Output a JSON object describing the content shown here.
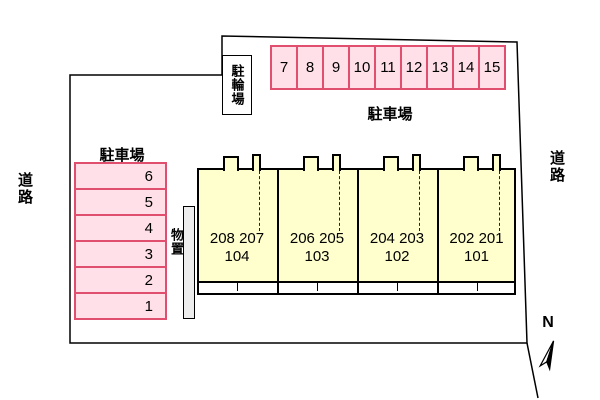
{
  "labels": {
    "road_left": "道路",
    "road_right": "道路",
    "parking_top": "駐車場",
    "parking_left": "駐車場",
    "bicycle_parking": "駐輪場",
    "storage": "物置",
    "north": "N"
  },
  "parking_top_spaces": [
    "7",
    "8",
    "9",
    "10",
    "11",
    "12",
    "13",
    "14",
    "15"
  ],
  "parking_left_spaces": [
    "6",
    "5",
    "4",
    "3",
    "2",
    "1"
  ],
  "building_units": [
    {
      "upper": "208 207",
      "lower": "104"
    },
    {
      "upper": "206 205",
      "lower": "103"
    },
    {
      "upper": "204 203",
      "lower": "102"
    },
    {
      "upper": "202 201",
      "lower": "101"
    }
  ],
  "colors": {
    "parking_fill": "#ffe0e8",
    "parking_border": "#e0506e",
    "building_fill": "#ffffce",
    "outline": "#000000"
  }
}
